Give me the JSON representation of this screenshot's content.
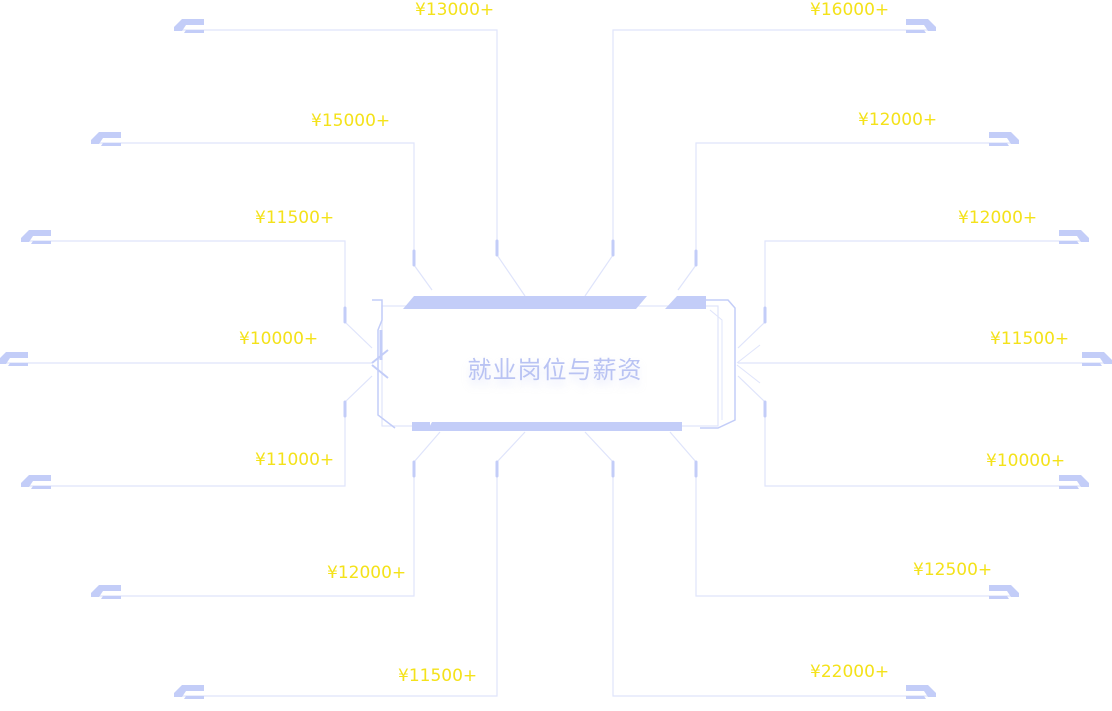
{
  "center": {
    "title": "就业岗位与薪资"
  },
  "colors": {
    "line": "#dfe4fb",
    "accent": "#c3cdf8",
    "label": "#f4e21a"
  },
  "left_branches": [
    {
      "salary": "¥13000+"
    },
    {
      "salary": "¥15000+"
    },
    {
      "salary": "¥11500+"
    },
    {
      "salary": "¥10000+"
    },
    {
      "salary": "¥11000+"
    },
    {
      "salary": "¥12000+"
    },
    {
      "salary": "¥11500+"
    }
  ],
  "right_branches": [
    {
      "salary": "¥16000+"
    },
    {
      "salary": "¥12000+"
    },
    {
      "salary": "¥12000+"
    },
    {
      "salary": "¥11500+"
    },
    {
      "salary": "¥10000+"
    },
    {
      "salary": "¥12500+"
    },
    {
      "salary": "¥22000+"
    }
  ]
}
